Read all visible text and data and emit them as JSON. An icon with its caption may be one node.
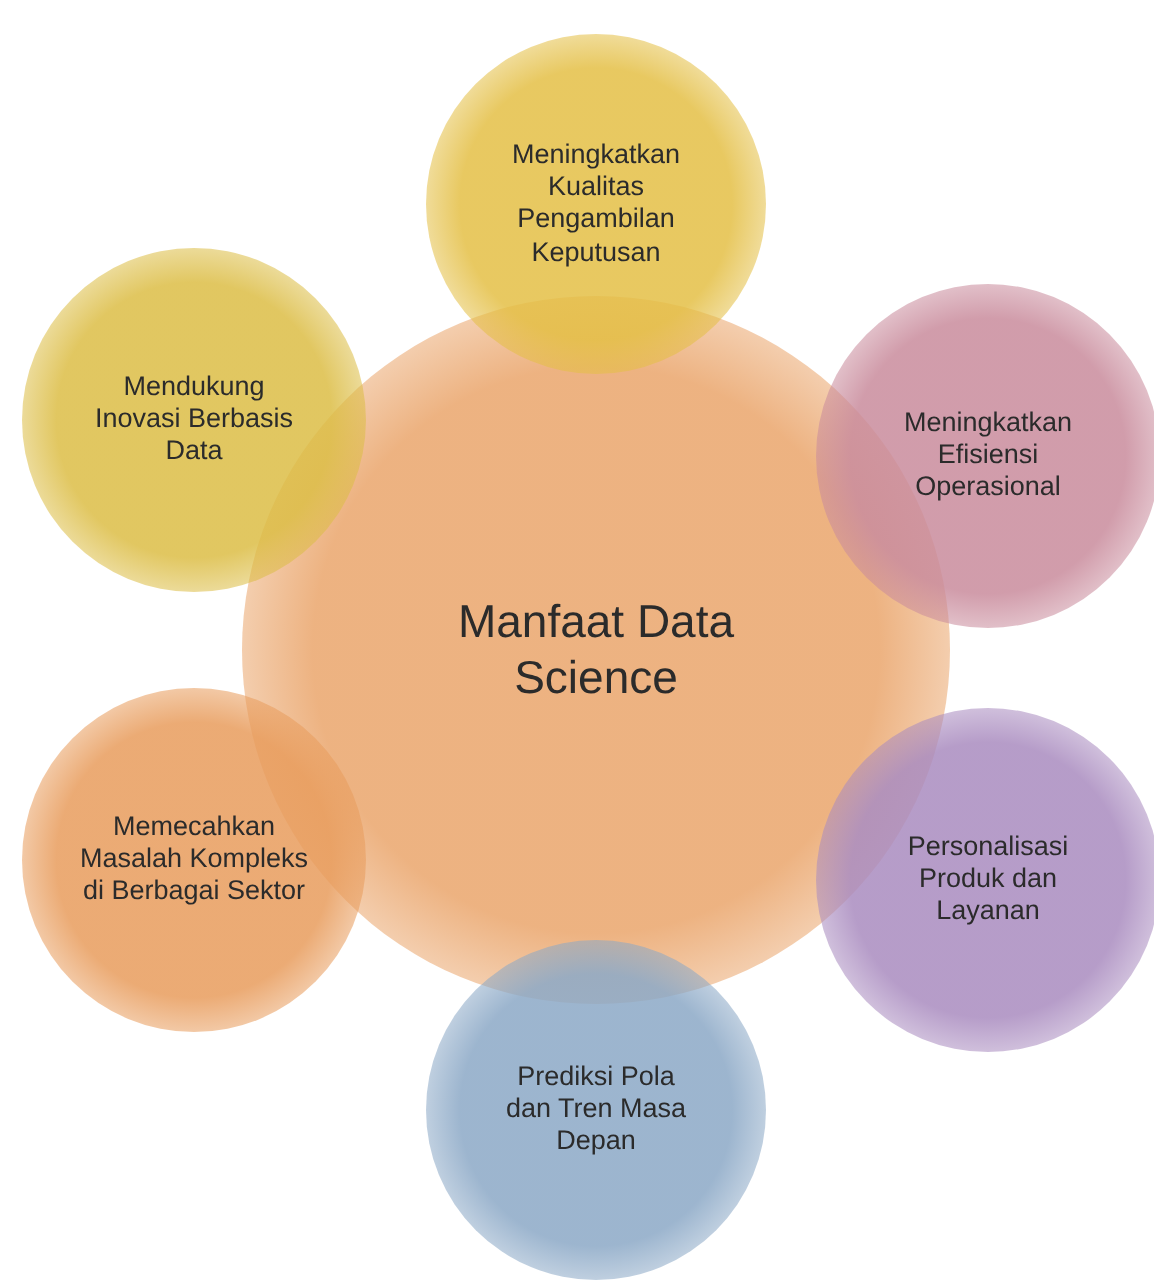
{
  "diagram": {
    "nodes": [
      {
        "text": [
          "Manfaat Data Science"
        ]
      },
      {
        "text": [
          "Meningkatkan Kualitas Pengambilan Keputusan"
        ]
      },
      {
        "text": [
          "Meningkatkan Efisiensi Operasional"
        ]
      },
      {
        "text": [
          "Personalisasi Produk dan Layanan"
        ]
      },
      {
        "text": [
          "Prediksi Pola dan Tren Masa Depan"
        ]
      },
      {
        "text": [
          "Memecahkan Masalah Kompleks di Berbagai Sektor"
        ]
      },
      {
        "text": [
          "Mendukung Inovasi Berbasis Data"
        ]
      }
    ]
  }
}
